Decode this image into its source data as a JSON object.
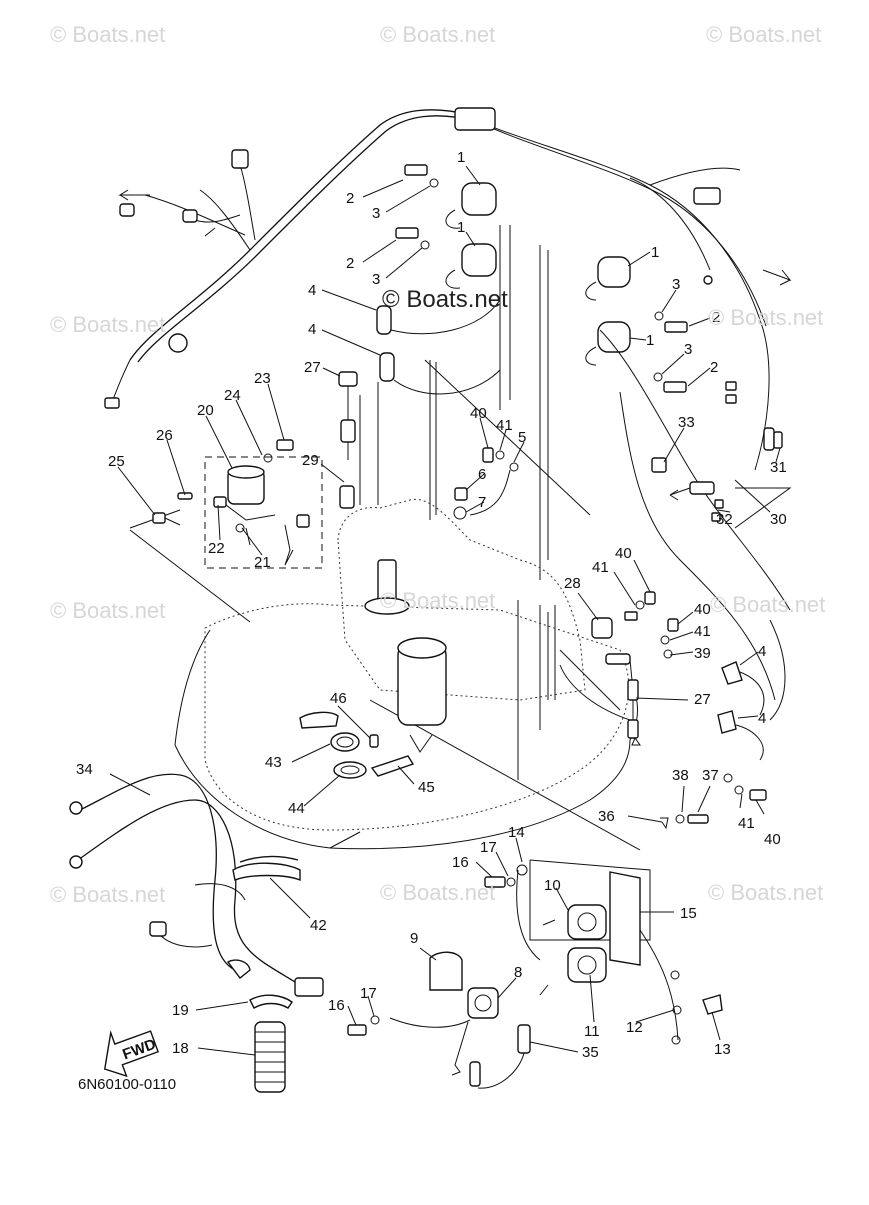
{
  "watermark": "© Boats.net",
  "diagram_code": "6N60100-0110",
  "fwd_label": "FWD",
  "callouts": [
    "1",
    "2",
    "3",
    "4",
    "5",
    "6",
    "7",
    "8",
    "9",
    "10",
    "11",
    "12",
    "13",
    "14",
    "15",
    "16",
    "17",
    "18",
    "19",
    "20",
    "21",
    "22",
    "23",
    "24",
    "25",
    "26",
    "27",
    "28",
    "29",
    "30",
    "31",
    "32",
    "33",
    "34",
    "35",
    "36",
    "37",
    "38",
    "39",
    "40",
    "41",
    "42",
    "43",
    "44",
    "45",
    "46"
  ]
}
